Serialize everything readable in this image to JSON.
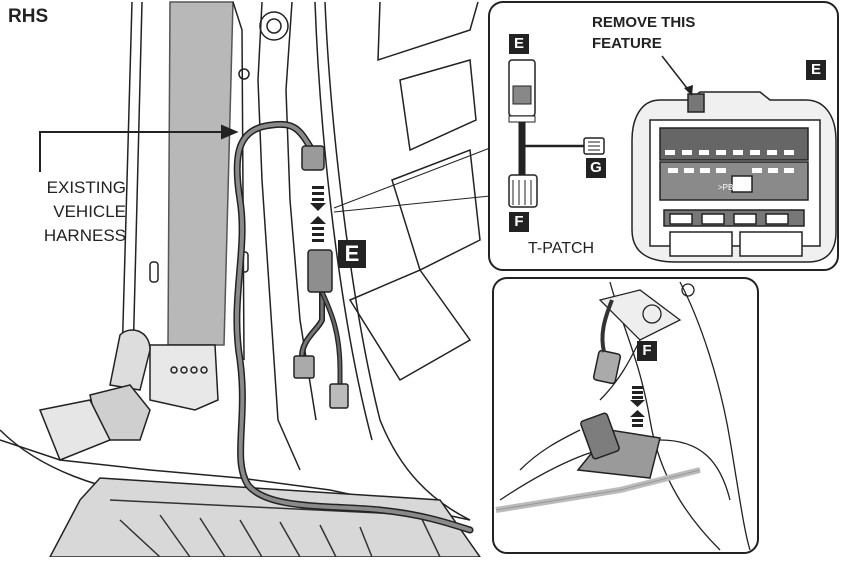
{
  "labels": {
    "side": "RHS",
    "existing_harness": [
      "EXISTING",
      "VEHICLE",
      "HARNESS"
    ],
    "remove_feature": [
      "REMOVE THIS",
      "FEATURE"
    ],
    "t_patch": "T-PATCH",
    "connector_marking": ">PBT<"
  },
  "tags": {
    "e_main": "E",
    "e_inset": "E",
    "e_detail": "E",
    "f_inset": "F",
    "g_inset": "G",
    "f_bottom": "F"
  },
  "colors": {
    "line": "#222222",
    "harness": "#777777",
    "panel_fill": "#f4f4f4",
    "connector_fill": "#9a9a9a",
    "dark_fill": "#555555"
  }
}
